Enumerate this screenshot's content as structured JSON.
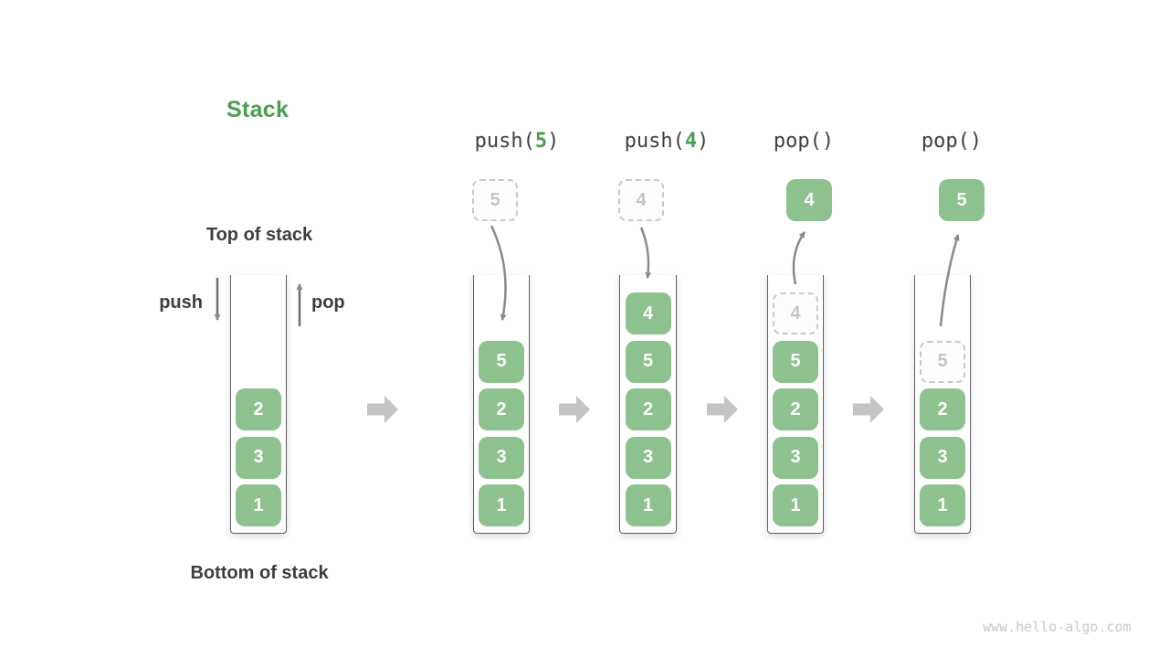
{
  "title": "Stack",
  "annotations": {
    "top_of_stack": "Top of stack",
    "bottom_of_stack": "Bottom of stack",
    "push_label": "push",
    "pop_label": "pop"
  },
  "watermark": "www.hello-algo.com",
  "colors": {
    "element_green": "#8DC18D",
    "accent_green": "#4C9D50",
    "dark_text": "#3E3E3E",
    "ghost_gray": "#C8C8C8",
    "trajectory_arrow_gray": "#8A8A8A",
    "flow_arrow_gray": "#C4C4C4",
    "container_wall_gray": "#5F5F5F",
    "watermark_gray": "#C9C9C9"
  },
  "stacks": [
    {
      "cells": [
        "2",
        "3",
        "1"
      ]
    },
    {
      "op_pre": "push(",
      "op_arg": "5",
      "op_post": ")",
      "floating": "5",
      "cells": [
        "5",
        "2",
        "3",
        "1"
      ]
    },
    {
      "op_pre": "push(",
      "op_arg": "4",
      "op_post": ")",
      "floating": "4",
      "cells": [
        "4",
        "5",
        "2",
        "3",
        "1"
      ]
    },
    {
      "op_pre": "pop()",
      "op_arg": "",
      "op_post": "",
      "floating": "4",
      "ghost_top": "4",
      "cells": [
        "5",
        "2",
        "3",
        "1"
      ]
    },
    {
      "op_pre": "pop()",
      "op_arg": "",
      "op_post": "",
      "floating": "5",
      "ghost_top": "5",
      "cells": [
        "2",
        "3",
        "1"
      ]
    }
  ]
}
